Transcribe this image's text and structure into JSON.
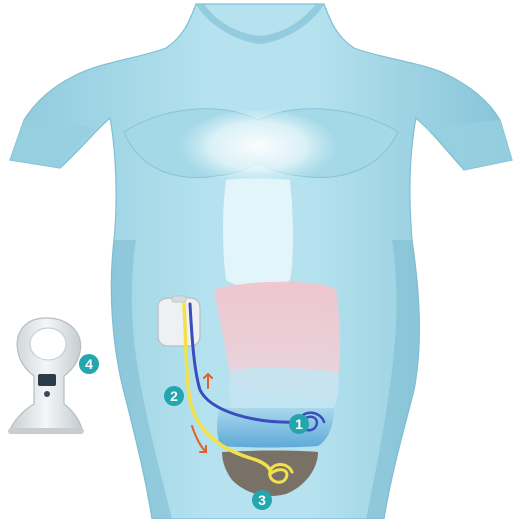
{
  "colors": {
    "body_skin": "#a9dcea",
    "body_shadow": "#6fb4c9",
    "body_highlight": "#eaf8fc",
    "liver_pink": "#f0c3cc",
    "bladder_blue": "#8fc9e6",
    "bladder_fluid": "#5aa8d8",
    "peritoneal_dark": "#7d7469",
    "badge_teal": "#23a6ad",
    "tube_blue": "#3a4dbe",
    "tube_yellow": "#f0e04a",
    "arrow_orange": "#e3622b",
    "pump_gray": "#e5e7e8",
    "charger_gray": "#dfe4e7"
  },
  "icons": {
    "pump": "implanted-pump-icon",
    "charger": "external-charger-icon",
    "flow_arrow": "flow-arrow-icon"
  },
  "badges": {
    "one": "1",
    "two": "2",
    "three": "3",
    "four": "4"
  }
}
